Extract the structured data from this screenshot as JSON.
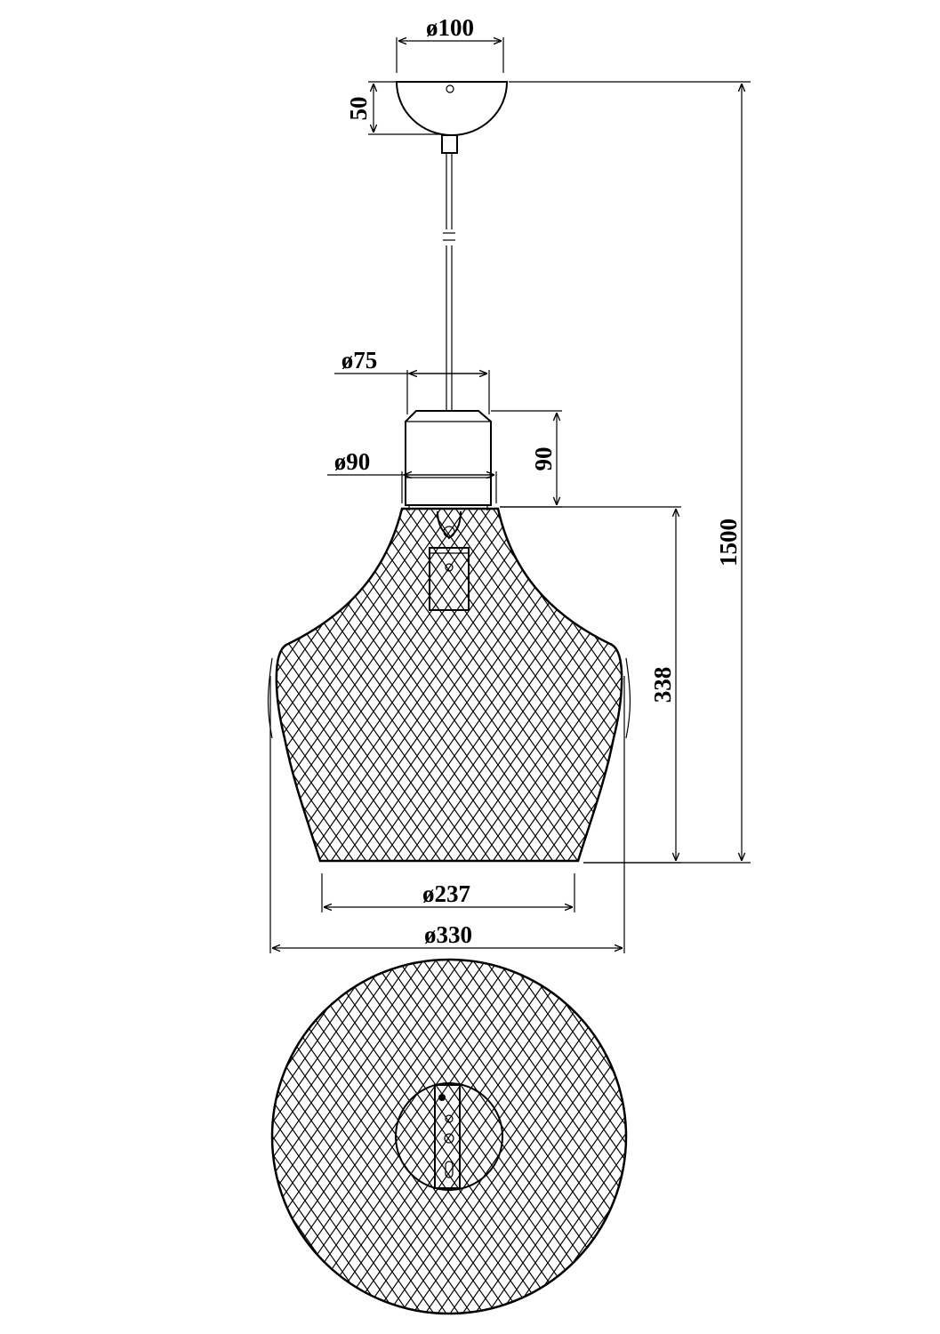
{
  "dimensions": {
    "canopy_diameter": "ø100",
    "canopy_height": "50",
    "cap_diameter": "ø75",
    "holder_height": "90",
    "holder_diameter": "ø90",
    "overall_height": "1500",
    "shade_height": "338",
    "bottom_opening_diameter": "ø237",
    "max_diameter": "ø330"
  },
  "colors": {
    "line": "#000000",
    "background": "#ffffff"
  }
}
